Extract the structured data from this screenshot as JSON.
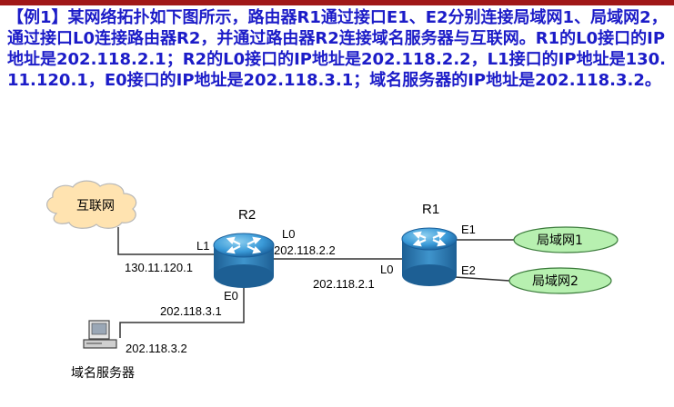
{
  "problem": {
    "bracket_label": "【例1】",
    "text": "某网络拓扑如下图所示，路由器R1通过接口E1、E2分别连接局域网1、局域网2，通过接口L0连接路由器R2，并通过路由器R2连接域名服务器与互联网。R1的L0接口的IP地址是202.118.2.1；R2的L0接口的IP地址是202.118.2.2，L1接口的IP地址是130.11.120.1，E0接口的IP地址是202.118.3.1；域名服务器的IP地址是202.118.3.2。"
  },
  "diagram": {
    "internet_label": "互联网",
    "r2_label": "R2",
    "r1_label": "R1",
    "r2_l1_port": "L1",
    "r2_l1_ip": "130.11.120.1",
    "r2_l0_port": "L0",
    "r2_l0_ip": "202.118.2.2",
    "r1_l0_port": "L0",
    "r1_l0_ip": "202.118.2.1",
    "r2_e0_port": "E0",
    "r2_e0_ip": "202.118.3.1",
    "r1_e1_port": "E1",
    "r1_e2_port": "E2",
    "lan1_label": "局域网1",
    "lan2_label": "局域网2",
    "dns_ip": "202.118.3.2",
    "dns_label": "域名服务器"
  }
}
